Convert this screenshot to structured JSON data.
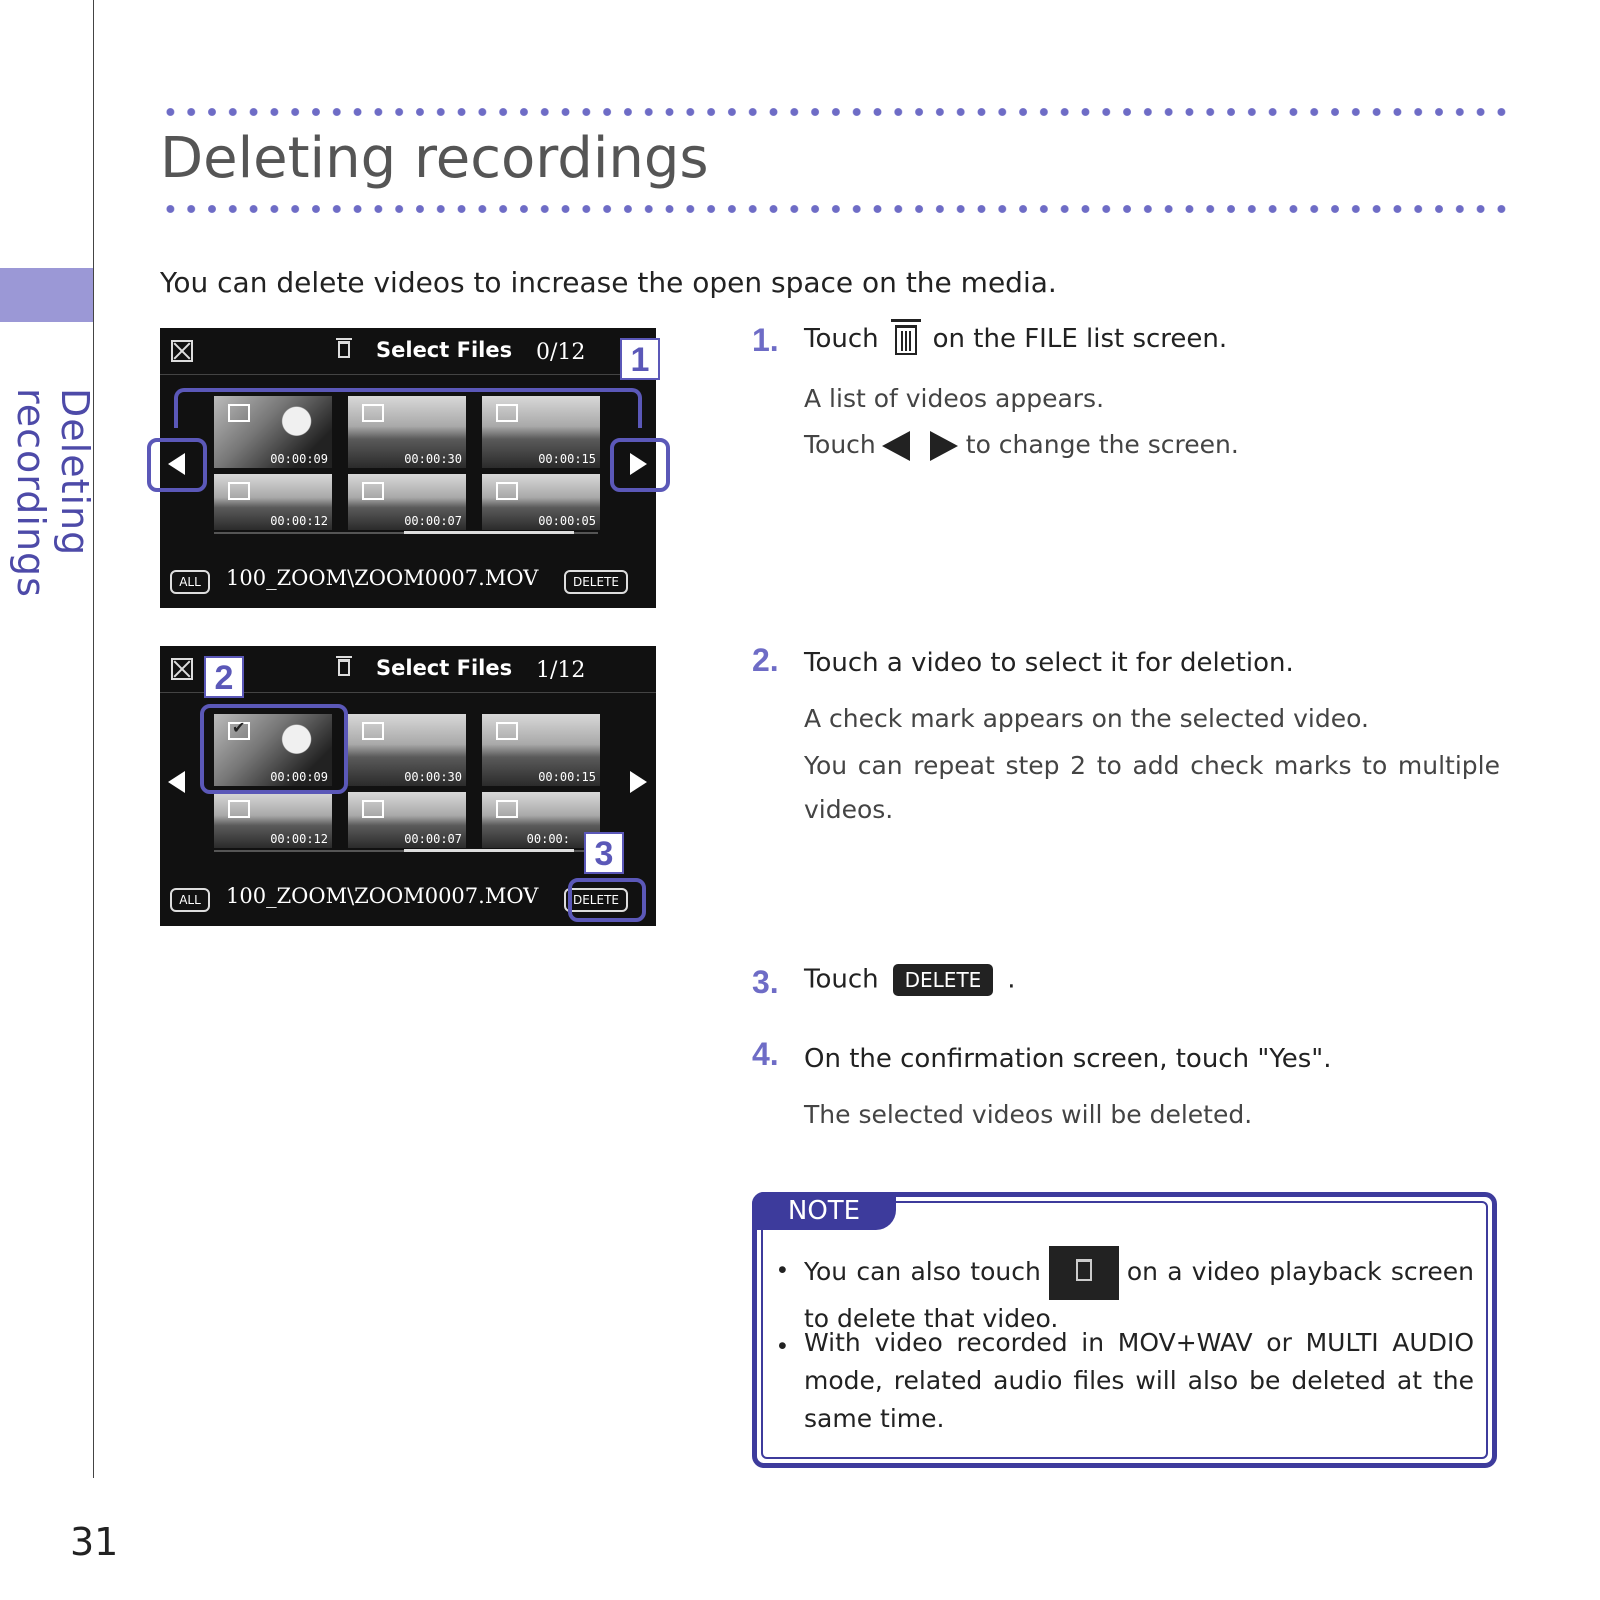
{
  "page": {
    "number": "31",
    "side_label": "Deleting recordings"
  },
  "heading": {
    "title": "Deleting recordings",
    "intro": "You can delete videos to increase the open space on the media."
  },
  "screens": [
    {
      "title": "Select Files",
      "count": "0/12",
      "timecodes": [
        "00:00:09",
        "00:00:30",
        "00:00:15",
        "00:00:12",
        "00:00:07",
        "00:00:05"
      ],
      "checked": [
        false,
        false,
        false,
        false,
        false,
        false
      ],
      "all_label": "ALL",
      "path": "100_ZOOM\\ZOOM0007.MOV",
      "delete_label": "DELETE",
      "callout": "1"
    },
    {
      "title": "Select Files",
      "count": "1/12",
      "timecodes": [
        "00:00:09",
        "00:00:30",
        "00:00:15",
        "00:00:12",
        "00:00:07",
        "00:00:"
      ],
      "checked": [
        true,
        false,
        false,
        false,
        false,
        false
      ],
      "all_label": "ALL",
      "path": "100_ZOOM\\ZOOM0007.MOV",
      "delete_label": "DELETE",
      "callouts": [
        "2",
        "3"
      ]
    }
  ],
  "steps": [
    {
      "num": "1.",
      "text_a": "Touch",
      "text_b": "on the FILE list screen.",
      "sub1": "A list of videos appears.",
      "sub2_a": "Touch",
      "sub2_b": "to change the screen."
    },
    {
      "num": "2.",
      "text": "Touch a video to select it for deletion.",
      "sub1": "A check mark appears on the selected video.",
      "sub2": "You can repeat step 2 to add check marks to multiple videos."
    },
    {
      "num": "3.",
      "text_a": "Touch",
      "button": "DELETE",
      "text_b": "."
    },
    {
      "num": "4.",
      "text": "On the confirmation screen, touch \"Yes\".",
      "sub1": "The selected videos will be deleted."
    }
  ],
  "note": {
    "label": "NOTE",
    "item1_a": "You can also touch",
    "item1_b": "on a video playback screen to delete that video.",
    "item2": "With video recorded in MOV+WAV or MULTI AUDIO mode, related audio files will also be deleted at the same time."
  },
  "colors": {
    "accent": "#6e6cc6",
    "note_border": "#3d3b9c",
    "side_tab": "#9b98d6"
  }
}
